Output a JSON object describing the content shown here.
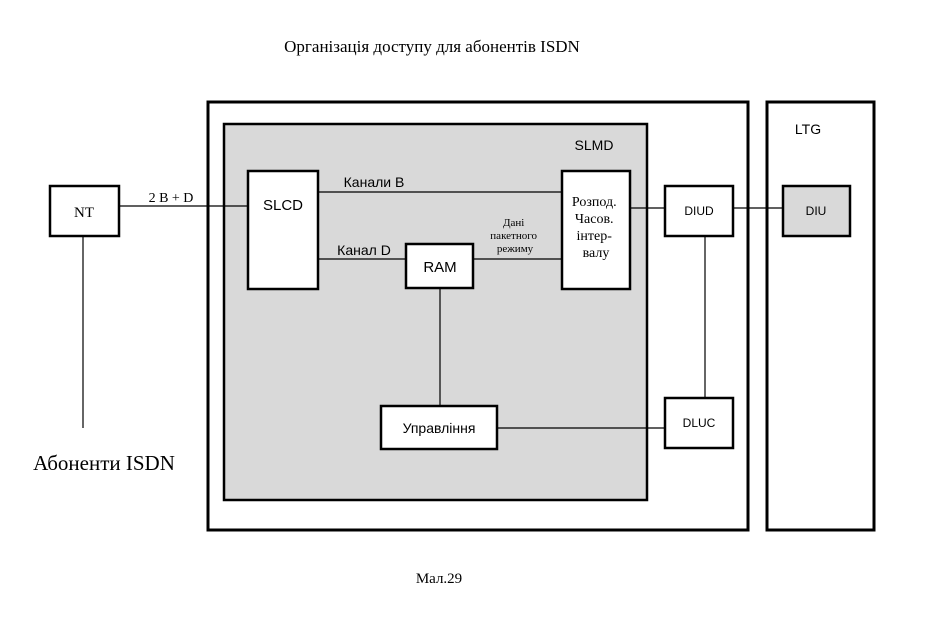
{
  "title": "Організація доступу для абонентів  ISDN",
  "caption": "Мал.29",
  "colors": {
    "shaded_fill": "#d9d9d9",
    "line": "#000000",
    "background": "#ffffff"
  },
  "labels": {
    "subscribers": "Абоненти  ISDN",
    "nt": "NT",
    "link_2bd": "2 B + D",
    "slmd": "SLMD",
    "slcd": "SLCD",
    "channels_b": "Канали B",
    "channel_d": "Канал D",
    "ram": "RAM",
    "packet_data": [
      "Дані",
      "пакетного",
      "режиму"
    ],
    "distributor": [
      "Розпод.",
      "Часов.",
      "інтер-",
      "валу"
    ],
    "control": "Управління",
    "diud": "DIUD",
    "dluc": "DLUC",
    "ltg": "LTG",
    "diu": "DIU"
  }
}
